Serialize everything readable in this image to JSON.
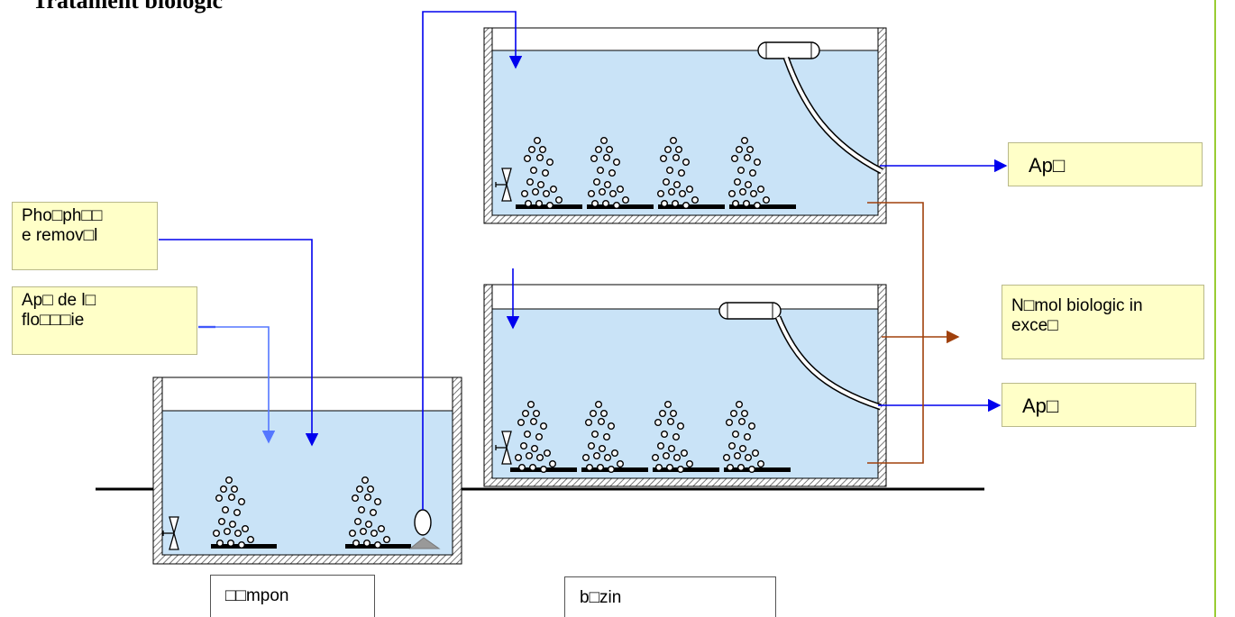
{
  "page": {
    "title": "Tratament biologic"
  },
  "labels": {
    "phosphate_removal": "Pho□ph□□\ne remov□l",
    "flocculation_water": "Ap□ de l□\nflo□□□ie",
    "clean_water_top": "Ap□",
    "excess_sludge": "N□mol biologic in\nexce□",
    "clean_water_bottom": "Ap□",
    "tampon": "□□mpon",
    "bazin": "b□zin"
  },
  "colors": {
    "water": "#c9e3f7",
    "label_fill": "#ffffc8",
    "flow_blue": "#0000ee",
    "flow_light_blue": "#5577ff",
    "sludge_brown": "#a0400c",
    "divider_green": "#99cc33"
  }
}
